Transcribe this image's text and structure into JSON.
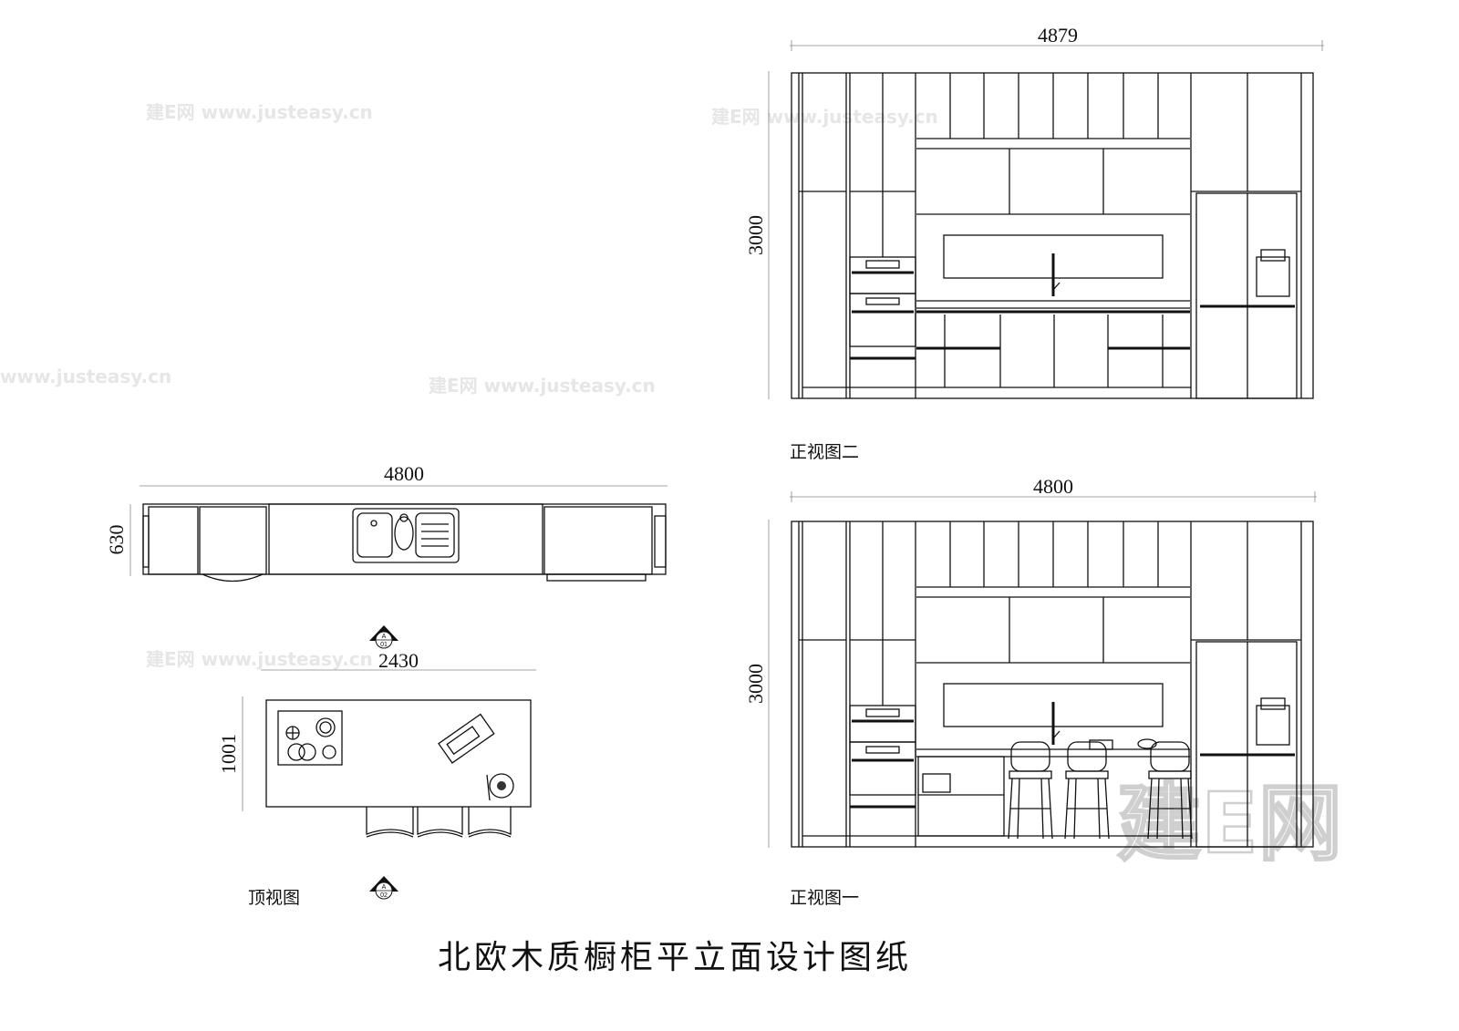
{
  "title": "北欧木质橱柜平立面设计图纸",
  "watermark": {
    "logo": "建E网",
    "url": "www.justeasy.cn"
  },
  "elevation_2": {
    "label": "正视图二",
    "width_dim": "4879",
    "height_dim": "3000"
  },
  "elevation_1": {
    "label": "正视图一",
    "width_dim": "4800",
    "height_dim": "3000"
  },
  "plan": {
    "width_dim": "4800",
    "depth_dim": "630"
  },
  "top_view": {
    "label": "顶视图",
    "width_dim": "2430",
    "depth_dim": "1001"
  },
  "section_markers": [
    {
      "letter": "A",
      "number": "01"
    },
    {
      "letter": "A",
      "number": "02"
    }
  ]
}
